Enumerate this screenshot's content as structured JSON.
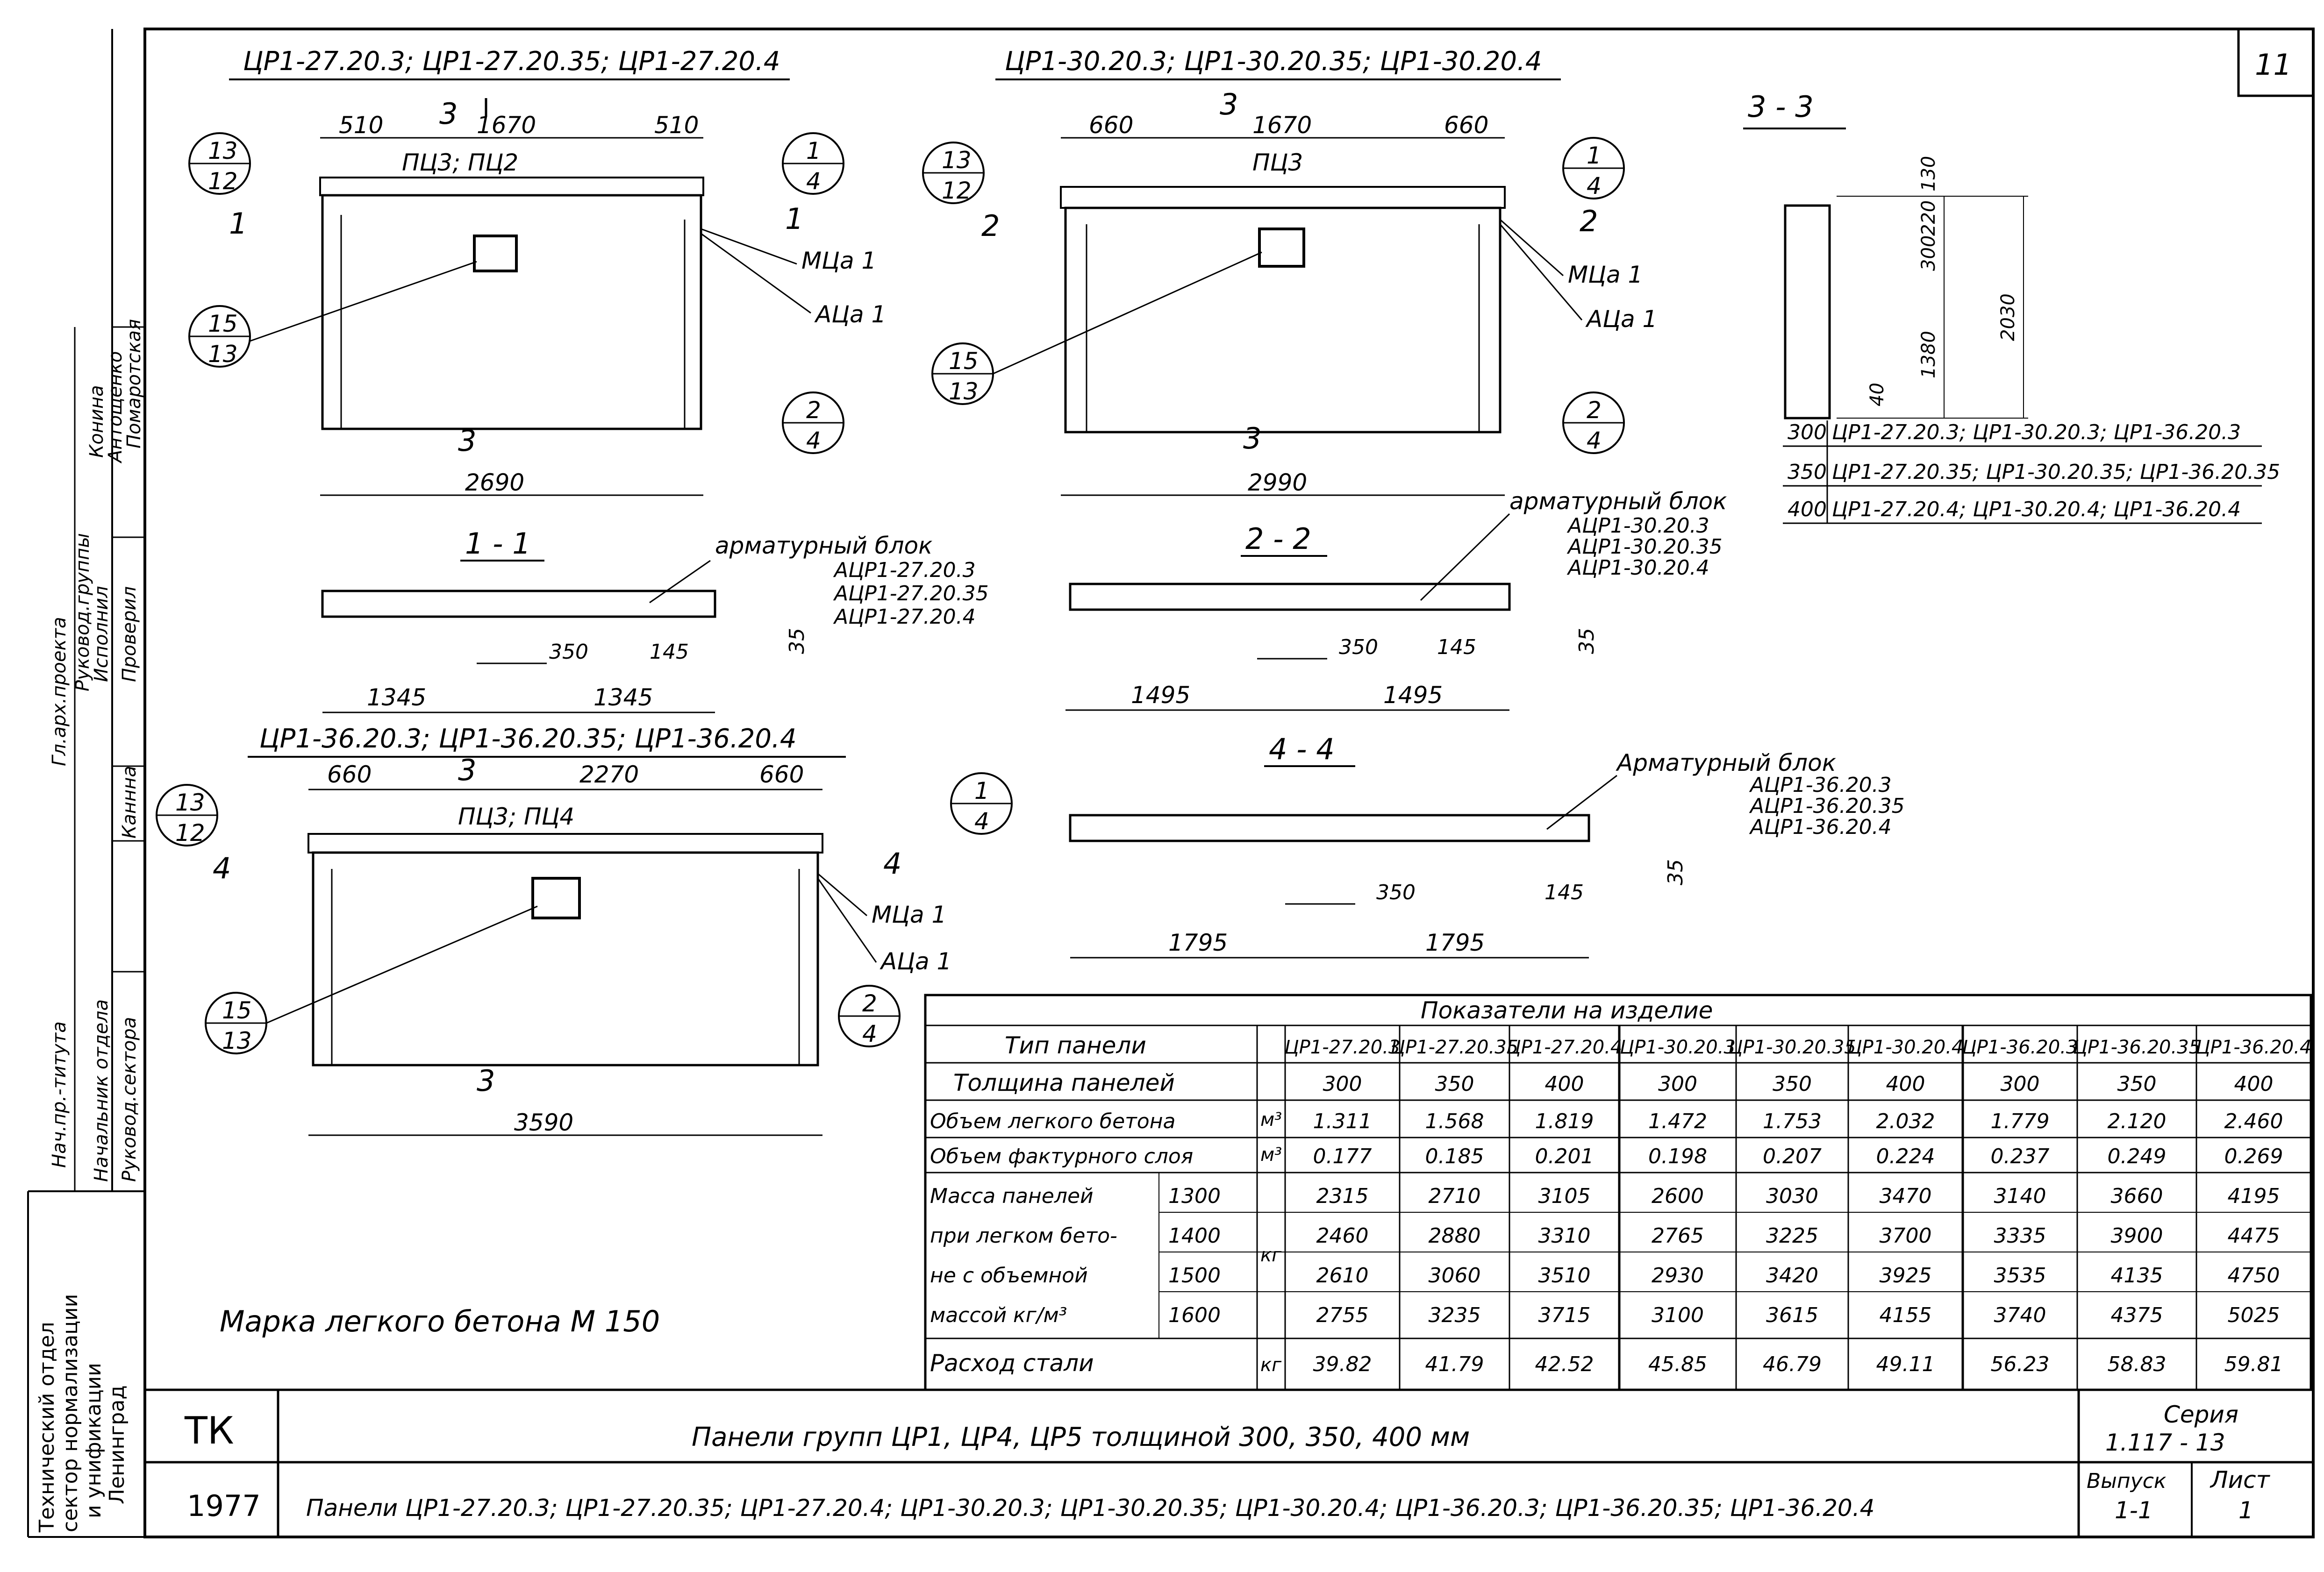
{
  "sheet_number": "11",
  "elevations": {
    "a": {
      "title": "ЦР1-27.20.3; ЦР1-27.20.35; ЦР1-27.20.4",
      "dims": [
        "510",
        "1670",
        "510"
      ],
      "overall": "2690",
      "label": "ПЦ3; ПЦ2",
      "sec_top": "3",
      "sec_bot": "3",
      "sec_left": "1",
      "sec_right": "1",
      "c1": [
        "13",
        "12"
      ],
      "c2": [
        "1",
        "4"
      ],
      "c3": [
        "15",
        "13"
      ],
      "c4": [
        "2",
        "4"
      ],
      "mark1": "МЦа 1",
      "mark2": "АЦа 1"
    },
    "b": {
      "title": "ЦР1-30.20.3; ЦР1-30.20.35; ЦР1-30.20.4",
      "dims": [
        "660",
        "1670",
        "660"
      ],
      "overall": "2990",
      "label": "ПЦ3",
      "sec_top": "3",
      "sec_bot": "3",
      "sec_left": "2",
      "sec_right": "2",
      "c1": [
        "13",
        "12"
      ],
      "c2": [
        "1",
        "4"
      ],
      "c3": [
        "15",
        "13"
      ],
      "c4": [
        "2",
        "4"
      ],
      "mark1": "МЦа 1",
      "mark2": "АЦа 1"
    },
    "c": {
      "title": "ЦР1-36.20.3; ЦР1-36.20.35; ЦР1-36.20.4",
      "dims": [
        "660",
        "2270",
        "660"
      ],
      "overall": "3590",
      "label": "ПЦ3; ПЦ4",
      "sec_top": "3",
      "sec_bot": "3",
      "sec_left": "4",
      "sec_right": "4",
      "c1": [
        "13",
        "12"
      ],
      "c2": [
        "1",
        "4"
      ],
      "c3": [
        "15",
        "13"
      ],
      "c4": [
        "2",
        "4"
      ],
      "mark1": "МЦа 1",
      "mark2": "АЦа 1"
    }
  },
  "sections": {
    "s11": {
      "title": "1 - 1",
      "block_label": "арматурный  блок",
      "blocks": [
        "АЦР1-27.20.3",
        "АЦР1-27.20.35",
        "АЦР1-27.20.4"
      ],
      "d350": "350",
      "d145": "145",
      "d35": "35",
      "half_l": "1345",
      "half_r": "1345"
    },
    "s22": {
      "title": "2 - 2",
      "block_label": "арматурный  блок",
      "blocks": [
        "АЦР1-30.20.3",
        "АЦР1-30.20.35",
        "АЦР1-30.20.4"
      ],
      "d350": "350",
      "d145": "145",
      "d35": "35",
      "half_l": "1495",
      "half_r": "1495"
    },
    "s44": {
      "title": "4 - 4",
      "block_label": "Арматурный  блок",
      "blocks": [
        "АЦР1-36.20.3",
        "АЦР1-36.20.35",
        "АЦР1-36.20.4"
      ],
      "d350": "350",
      "d145": "145",
      "d35": "35",
      "half_l": "1795",
      "half_r": "1795"
    },
    "s33": {
      "title": "3 - 3",
      "dims": [
        "130",
        "220",
        "300",
        "1380",
        "2030",
        "40"
      ],
      "legend": [
        {
          "t": "300",
          "v": "ЦР1-27.20.3; ЦР1-30.20.3; ЦР1-36.20.3"
        },
        {
          "t": "350",
          "v": "ЦР1-27.20.35; ЦР1-30.20.35; ЦР1-36.20.35"
        },
        {
          "t": "400",
          "v": "ЦР1-27.20.4; ЦР1-30.20.4; ЦР1-36.20.4"
        }
      ]
    }
  },
  "concrete_grade": "Марка легкого бетона   М 150",
  "table": {
    "header": "Показатели     на     изделие",
    "type_label": "Тип   панели",
    "types": [
      "ЦР1-27.20.3",
      "ЦР1-27.20.35",
      "ЦР1-27.20.4",
      "ЦР1-30.20.3",
      "ЦР1-30.20.35",
      "ЦР1-30.20.4",
      "ЦР1-36.20.3",
      "ЦР1-36.20.35",
      "ЦР1-36.20.4"
    ],
    "thickness_label": "Толщина   панелей",
    "thickness": [
      "300",
      "350",
      "400",
      "300",
      "350",
      "400",
      "300",
      "350",
      "400"
    ],
    "light_label": "Объем легкого бетона",
    "light_unit": "м³",
    "light": [
      "1.311",
      "1.568",
      "1.819",
      "1.472",
      "1.753",
      "2.032",
      "1.779",
      "2.120",
      "2.460"
    ],
    "facing_label": "Объем фактурного слоя",
    "facing_unit": "м³",
    "facing": [
      "0.177",
      "0.185",
      "0.201",
      "0.198",
      "0.207",
      "0.224",
      "0.237",
      "0.249",
      "0.269"
    ],
    "mass_label": [
      "Масса панелей",
      "при легком бето-",
      "не с объемной",
      "массой кг/м³"
    ],
    "mass_unit": "кг",
    "mass_densities": [
      "1300",
      "1400",
      "1500",
      "1600"
    ],
    "mass": [
      [
        "2315",
        "2710",
        "3105",
        "2600",
        "3030",
        "3470",
        "3140",
        "3660",
        "4195"
      ],
      [
        "2460",
        "2880",
        "3310",
        "2765",
        "3225",
        "3700",
        "3335",
        "3900",
        "4475"
      ],
      [
        "2610",
        "3060",
        "3510",
        "2930",
        "3420",
        "3925",
        "3535",
        "4135",
        "4750"
      ],
      [
        "2755",
        "3235",
        "3715",
        "3100",
        "3615",
        "4155",
        "3740",
        "4375",
        "5025"
      ]
    ],
    "steel_label": "Расход   стали",
    "steel_unit": "кг",
    "steel": [
      "39.82",
      "41.79",
      "42.52",
      "45.85",
      "46.79",
      "49.11",
      "56.23",
      "58.83",
      "59.81"
    ]
  },
  "stamp": {
    "org": "ТК",
    "year": "1977",
    "title": "Панели   групп   ЦР1, ЦР4, ЦР5   толщиной  300, 350, 400  мм",
    "subtitle": "Панели   ЦР1-27.20.3;  ЦР1-27.20.35;  ЦР1-27.20.4;  ЦР1-30.20.3;  ЦР1-30.20.35;  ЦР1-30.20.4;  ЦР1-36.20.3;  ЦР1-36.20.35;  ЦР1-36.20.4",
    "series_label": "Серия",
    "series": "1.117 - 13",
    "issue_label": "Выпуск",
    "issue": "1-1",
    "sheet_label": "Лист",
    "sheet": "1"
  },
  "side": {
    "institute": [
      "Технический отдел",
      "сектор нормализации",
      "и унификации",
      "Ленинград"
    ],
    "roles": [
      "Гл.арх.проекта",
      "Руковод.группы",
      "Исполнил",
      "Проверил",
      "Нач.пр.-титута",
      "Начальник отдела",
      "Руковод.сектора"
    ],
    "names": [
      "Конина",
      "Антощенко",
      "Помаротская",
      "Каннна"
    ]
  }
}
